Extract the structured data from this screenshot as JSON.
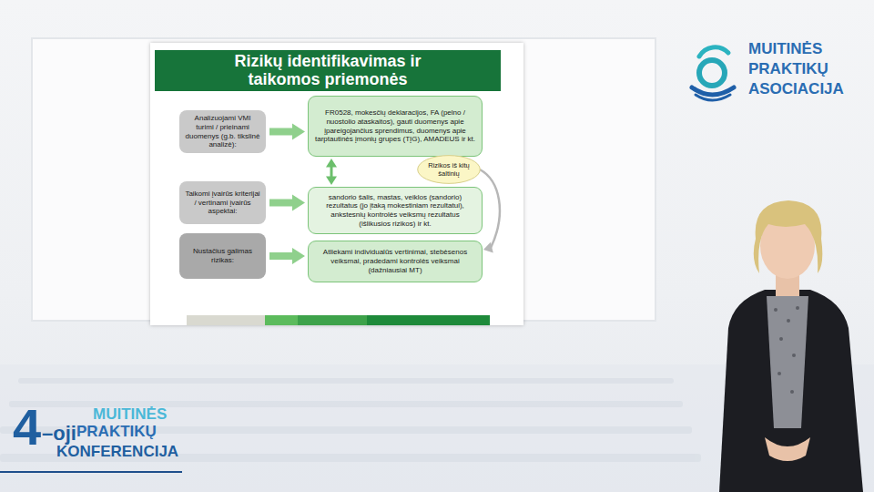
{
  "diagram": {
    "title": "Rizikų identifikavimas ir taikomos priemonės",
    "nodes": [
      {
        "text": [
          "Analizuojami VMI turimi / prieinami duomenys (g.b. tikslinė analizė):"
        ]
      },
      {
        "text": [
          "FR0528, mokesčių deklaracijos, FA (pelno / nuostolio ataskaitos), gauti duomenys apie įpareigojančius sprendimus, duomenys apie tarptautinės įmonių grupes (TĮG), AMADEUS ir kt."
        ]
      },
      {
        "text": [
          "Rizikos iš kitų šaltinių"
        ]
      },
      {
        "text": [
          "Taikomi įvairūs kriterijai / vertinami įvairūs aspektai:"
        ]
      },
      {
        "text": [
          "sandorio šalis, mastas, veiklos (sandorio) rezultatus (jo įtaką mokestiniam rezultatui), ankstesnių kontrolės veiksmų rezultatus (išlikusios rizikos) ir kt."
        ]
      },
      {
        "text": [
          "Nustačius galimas rizikas:"
        ]
      },
      {
        "text": [
          "Atliekami individualūs vertinimai, stebėsenos veiksmai, pradedami kontrolės veiksmai (dažniausiai MT)"
        ]
      }
    ],
    "edges": [
      {
        "from": 0,
        "to": 1,
        "arrow": "to"
      },
      {
        "from": 1,
        "to": 4,
        "arrow": "both"
      },
      {
        "from": 3,
        "to": 4,
        "arrow": "to"
      },
      {
        "from": 5,
        "to": 6,
        "arrow": "to"
      },
      {
        "from": 2,
        "to": 6,
        "arrow": "to"
      }
    ],
    "labels": [
      "MUITINĖS",
      "PRAKTIKŲ",
      "ASOCIACIJA",
      "4",
      "–oji",
      "MUITINĖS",
      "PRAKTIKŲ",
      "KONFERENCIJA"
    ]
  }
}
